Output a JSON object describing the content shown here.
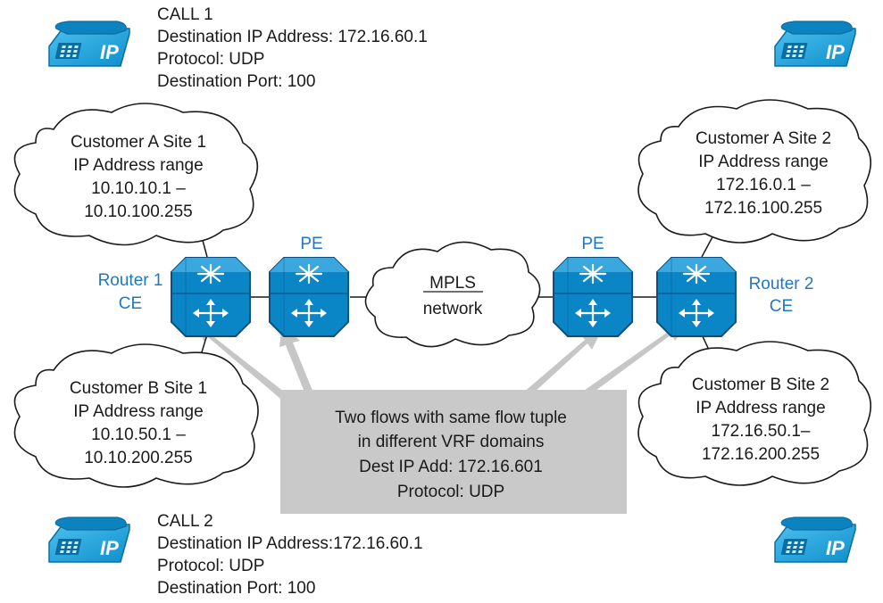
{
  "colors": {
    "router_blue": "#0086c8",
    "router_dark": "#005f96",
    "phone_blue": "#1aa3dd",
    "label_blue": "#1f78c4",
    "note_gray": "#c9c9c9",
    "arrow_gray": "#c6c6c6"
  },
  "call1": {
    "title": "CALL 1",
    "line1": "Destination IP Address: 172.16.60.1",
    "line2": "Protocol: UDP",
    "line3": "Destination Port: 100"
  },
  "call2": {
    "title": "CALL 2",
    "line1": "Destination IP Address:172.16.60.1",
    "line2": "Protocol: UDP",
    "line3": "Destination Port: 100"
  },
  "phones": {
    "label": "IP",
    "icon": "ip-phone-icon"
  },
  "clouds": {
    "a1": [
      "Customer A Site 1",
      "IP Address range",
      "10.10.10.1 –",
      "10.10.100.255"
    ],
    "a2": [
      "Customer A Site 2",
      "IP Address range",
      "172.16.0.1 –",
      "172.16.100.255"
    ],
    "b1": [
      "Customer B Site 1",
      "IP Address range",
      "10.10.50.1 –",
      "10.10.200.255"
    ],
    "b2": [
      "Customer B Site 2",
      "IP Address range",
      "172.16.50.1–",
      "172.16.200.255"
    ],
    "mpls": [
      "MPLS",
      "network"
    ]
  },
  "routers": {
    "router1": [
      "Router 1",
      "CE"
    ],
    "router2": [
      "Router 2",
      "CE"
    ],
    "pe_left": "PE",
    "pe_right": "PE",
    "icon": "router-icon"
  },
  "note": [
    "Two flows with same flow tuple",
    "in different VRF domains",
    "Dest IP Add: 172.16.601",
    "Protocol: UDP"
  ]
}
